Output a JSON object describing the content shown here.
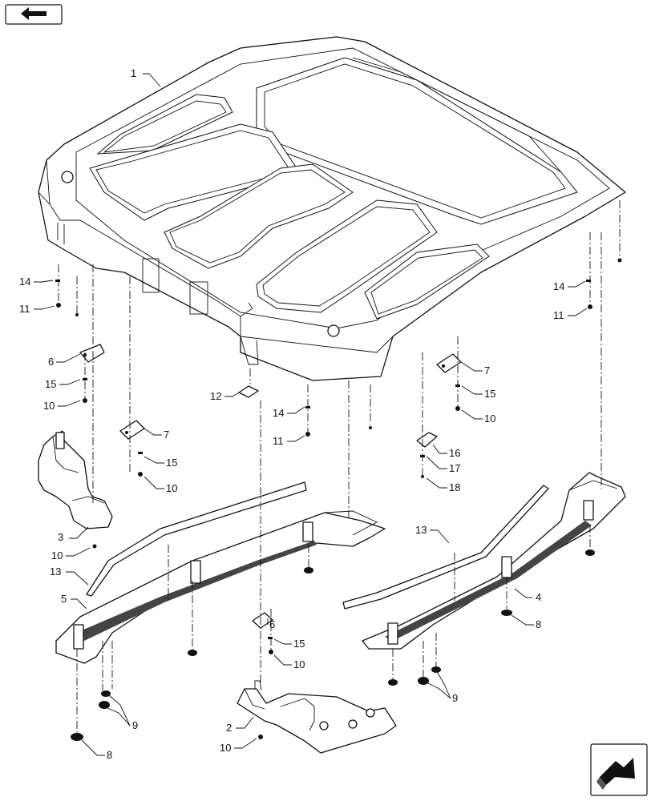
{
  "nav": {
    "prev_icon": "back-arrow-icon",
    "next_icon": "forward-arrow-icon"
  },
  "callouts": {
    "c1": "1",
    "c2": "2",
    "c3": "3",
    "c4": "4",
    "c5": "5",
    "c6a": "6",
    "c6b": "6",
    "c7a": "7",
    "c7b": "7",
    "c8a": "8",
    "c8b": "8",
    "c9a": "9",
    "c9b": "9",
    "c10a": "10",
    "c10b": "10",
    "c10c": "10",
    "c10d": "10",
    "c10e": "10",
    "c10f": "10",
    "c11a": "11",
    "c11b": "11",
    "c11c": "11",
    "c12": "12",
    "c13a": "13",
    "c13b": "13",
    "c14a": "14",
    "c14b": "14",
    "c14c": "14",
    "c15a": "15",
    "c15b": "15",
    "c15c": "15",
    "c15d": "15",
    "c16": "16",
    "c17": "17",
    "c18": "18"
  }
}
